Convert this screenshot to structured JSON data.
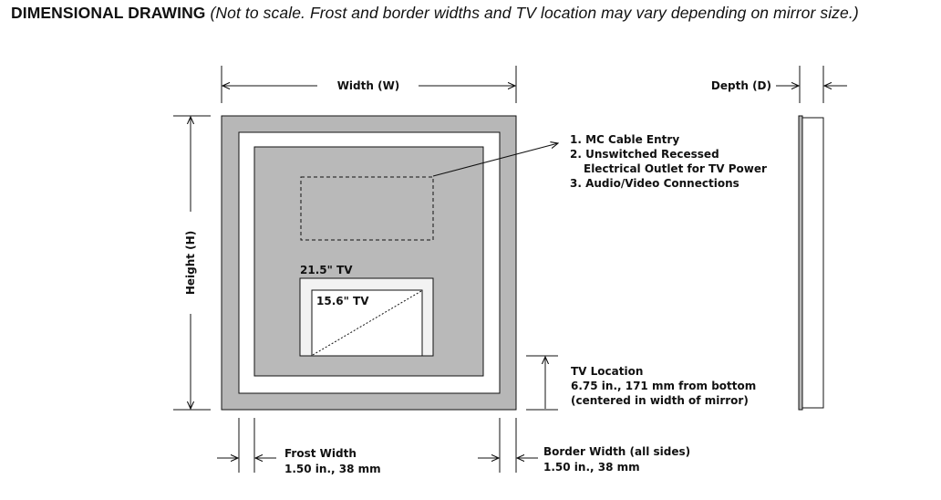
{
  "header": {
    "title": "DIMENSIONAL DRAWING",
    "note": "(Not to scale. Frost and border widths and TV location may vary depending on mirror size.)"
  },
  "labels": {
    "width": "Width (W)",
    "height": "Height (H)",
    "depth": "Depth (D)",
    "tv_large": "21.5\" TV",
    "tv_small": "15.6\" TV"
  },
  "connections": [
    "1. MC Cable Entry",
    "2. Unswitched Recessed",
    "Electrical Outlet for TV Power",
    "3. Audio/Video Connections"
  ],
  "tv_location": {
    "title": "TV Location",
    "line1": "6.75 in., 171 mm from bottom",
    "line2": "(centered in width of mirror)"
  },
  "frost": {
    "title": "Frost Width",
    "value": "1.50 in., 38 mm"
  },
  "border": {
    "title": "Border Width (all sides)",
    "value": "1.50 in., 38 mm"
  },
  "colors": {
    "frame": "#b7b7b7",
    "frost": "#ffffff",
    "inner": "#b9b9b9",
    "tv": "#ffffff",
    "line": "#111111"
  }
}
